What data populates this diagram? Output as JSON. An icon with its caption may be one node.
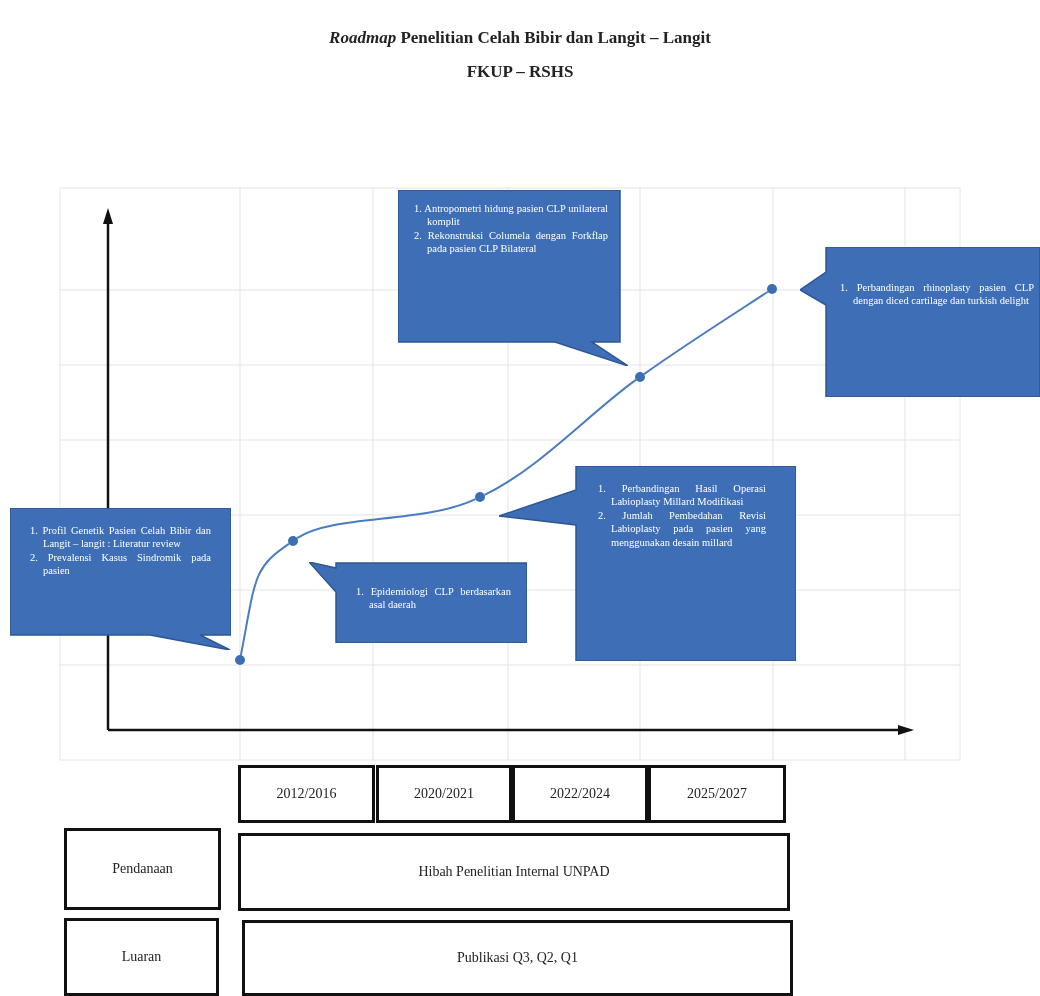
{
  "diagram": {
    "title": "*Roadmap* Penelitian Celah Bibir dan Langit – Langit",
    "nodes": [
      {
        "text": [
          "1. Antropometri hidung pasien CLP unilateral komplit",
          "2. Rekonstruksi Columela dengan Forkflap pada pasien CLP Bilateral"
        ]
      },
      {
        "text": [
          "1. Perbandingan rhinoplasty pasien CLP dengan diced cartilage dan turkish delight"
        ]
      },
      {
        "text": [
          "1. Perbandingan Hasil Operasi Labioplasty Millard Modifikasi",
          "2. Jumlah Pembedahan Revisi Labioplasty pada pasien yang menggunakan desain millard"
        ]
      },
      {
        "text": [
          "1. Profil Genetik Pasien Celah Bibir dan Langit – langit : Literatur review",
          "2. Prevalensi Kasus Sindromik pada pasien"
        ]
      },
      {
        "text": [
          "1. Epidemiologi CLP berdasarkan asal daerah"
        ]
      },
      {
        "text": [],
        "shape": "circle"
      },
      {
        "text": [],
        "shape": "circle"
      },
      {
        "text": [],
        "shape": "circle"
      },
      {
        "text": [],
        "shape": "circle"
      },
      {
        "text": [],
        "shape": "circle"
      },
      {
        "text": [
          "2012/2016"
        ]
      },
      {
        "text": [
          "2020/2021"
        ]
      },
      {
        "text": [
          "2022/2024"
        ]
      },
      {
        "text": [
          "2025/2027"
        ]
      },
      {
        "text": [
          "Pendanaan"
        ]
      },
      {
        "text": [
          "Hibah Penelitian Internal UNPAD"
        ]
      },
      {
        "text": [
          "Luaran"
        ]
      },
      {
        "text": [
          "Publikasi Q3, Q2, Q1"
        ]
      }
    ],
    "edges": [
      {
        "from": 5,
        "to": 6,
        "arrow": "none"
      },
      {
        "from": 6,
        "to": 7,
        "arrow": "none"
      },
      {
        "from": 7,
        "to": 8,
        "arrow": "none"
      },
      {
        "from": 8,
        "to": 9,
        "arrow": "none"
      }
    ],
    "labels": [
      "FKUP – RSHS"
    ]
  }
}
